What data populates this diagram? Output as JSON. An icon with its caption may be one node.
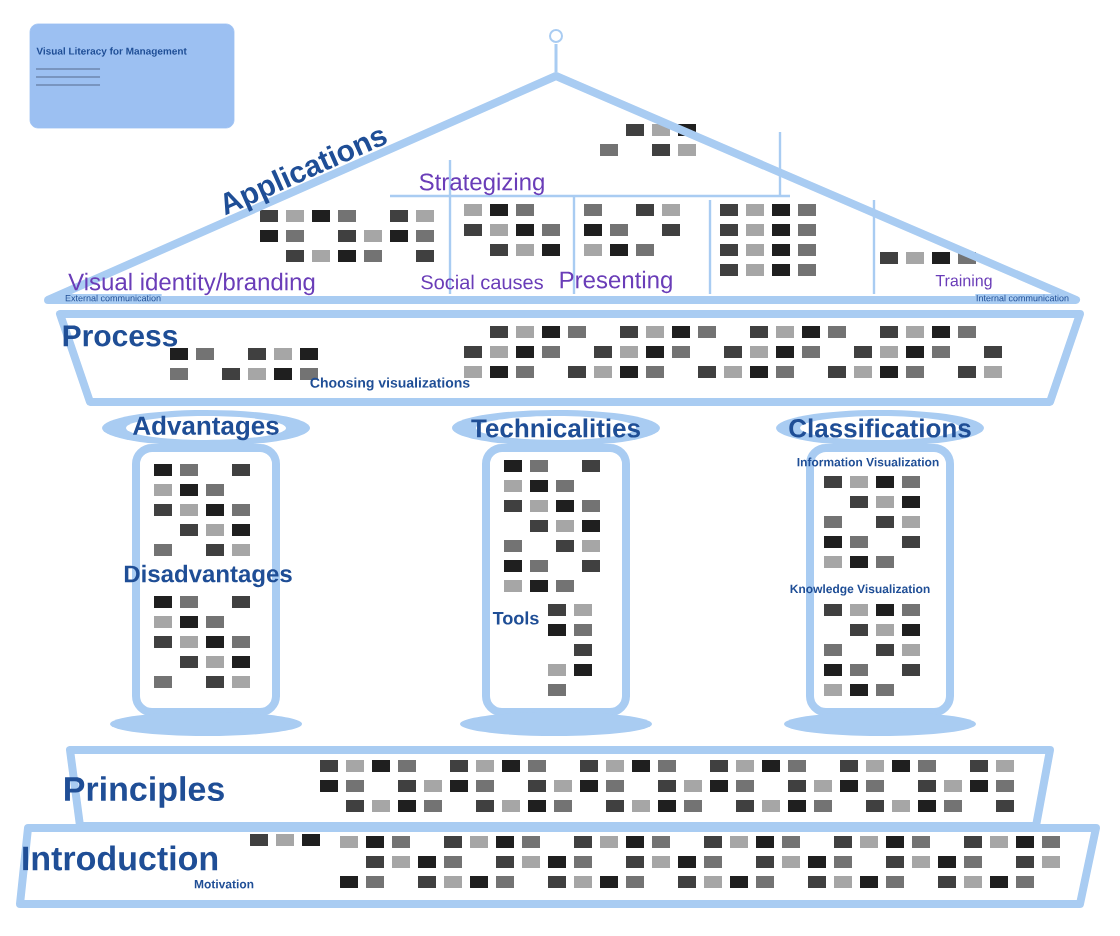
{
  "diagram": {
    "nodes": [
      {
        "text": [
          "Visual Literacy for Management"
        ]
      },
      {
        "text": [
          "Applications"
        ]
      },
      {
        "text": [
          "Strategizing"
        ],
        "in": 1
      },
      {
        "text": [
          "Visual identity/branding"
        ],
        "in": 1
      },
      {
        "text": [
          "Social causes"
        ],
        "in": 1
      },
      {
        "text": [
          "Presenting"
        ],
        "in": 1
      },
      {
        "text": [
          "Training"
        ],
        "in": 1
      },
      {
        "text": [
          "Process",
          "Choosing visualizations"
        ]
      },
      {
        "text": [
          "Advantages",
          "Disadvantages"
        ]
      },
      {
        "text": [
          "Technicalities",
          "Tools"
        ]
      },
      {
        "text": [
          "Classifications",
          "Information Visualization",
          "Knowledge Visualization"
        ]
      },
      {
        "text": [
          "Principles"
        ]
      },
      {
        "text": [
          "Introduction",
          "Motivation"
        ]
      }
    ],
    "labels": [
      "External communication",
      "Internal communication"
    ]
  }
}
